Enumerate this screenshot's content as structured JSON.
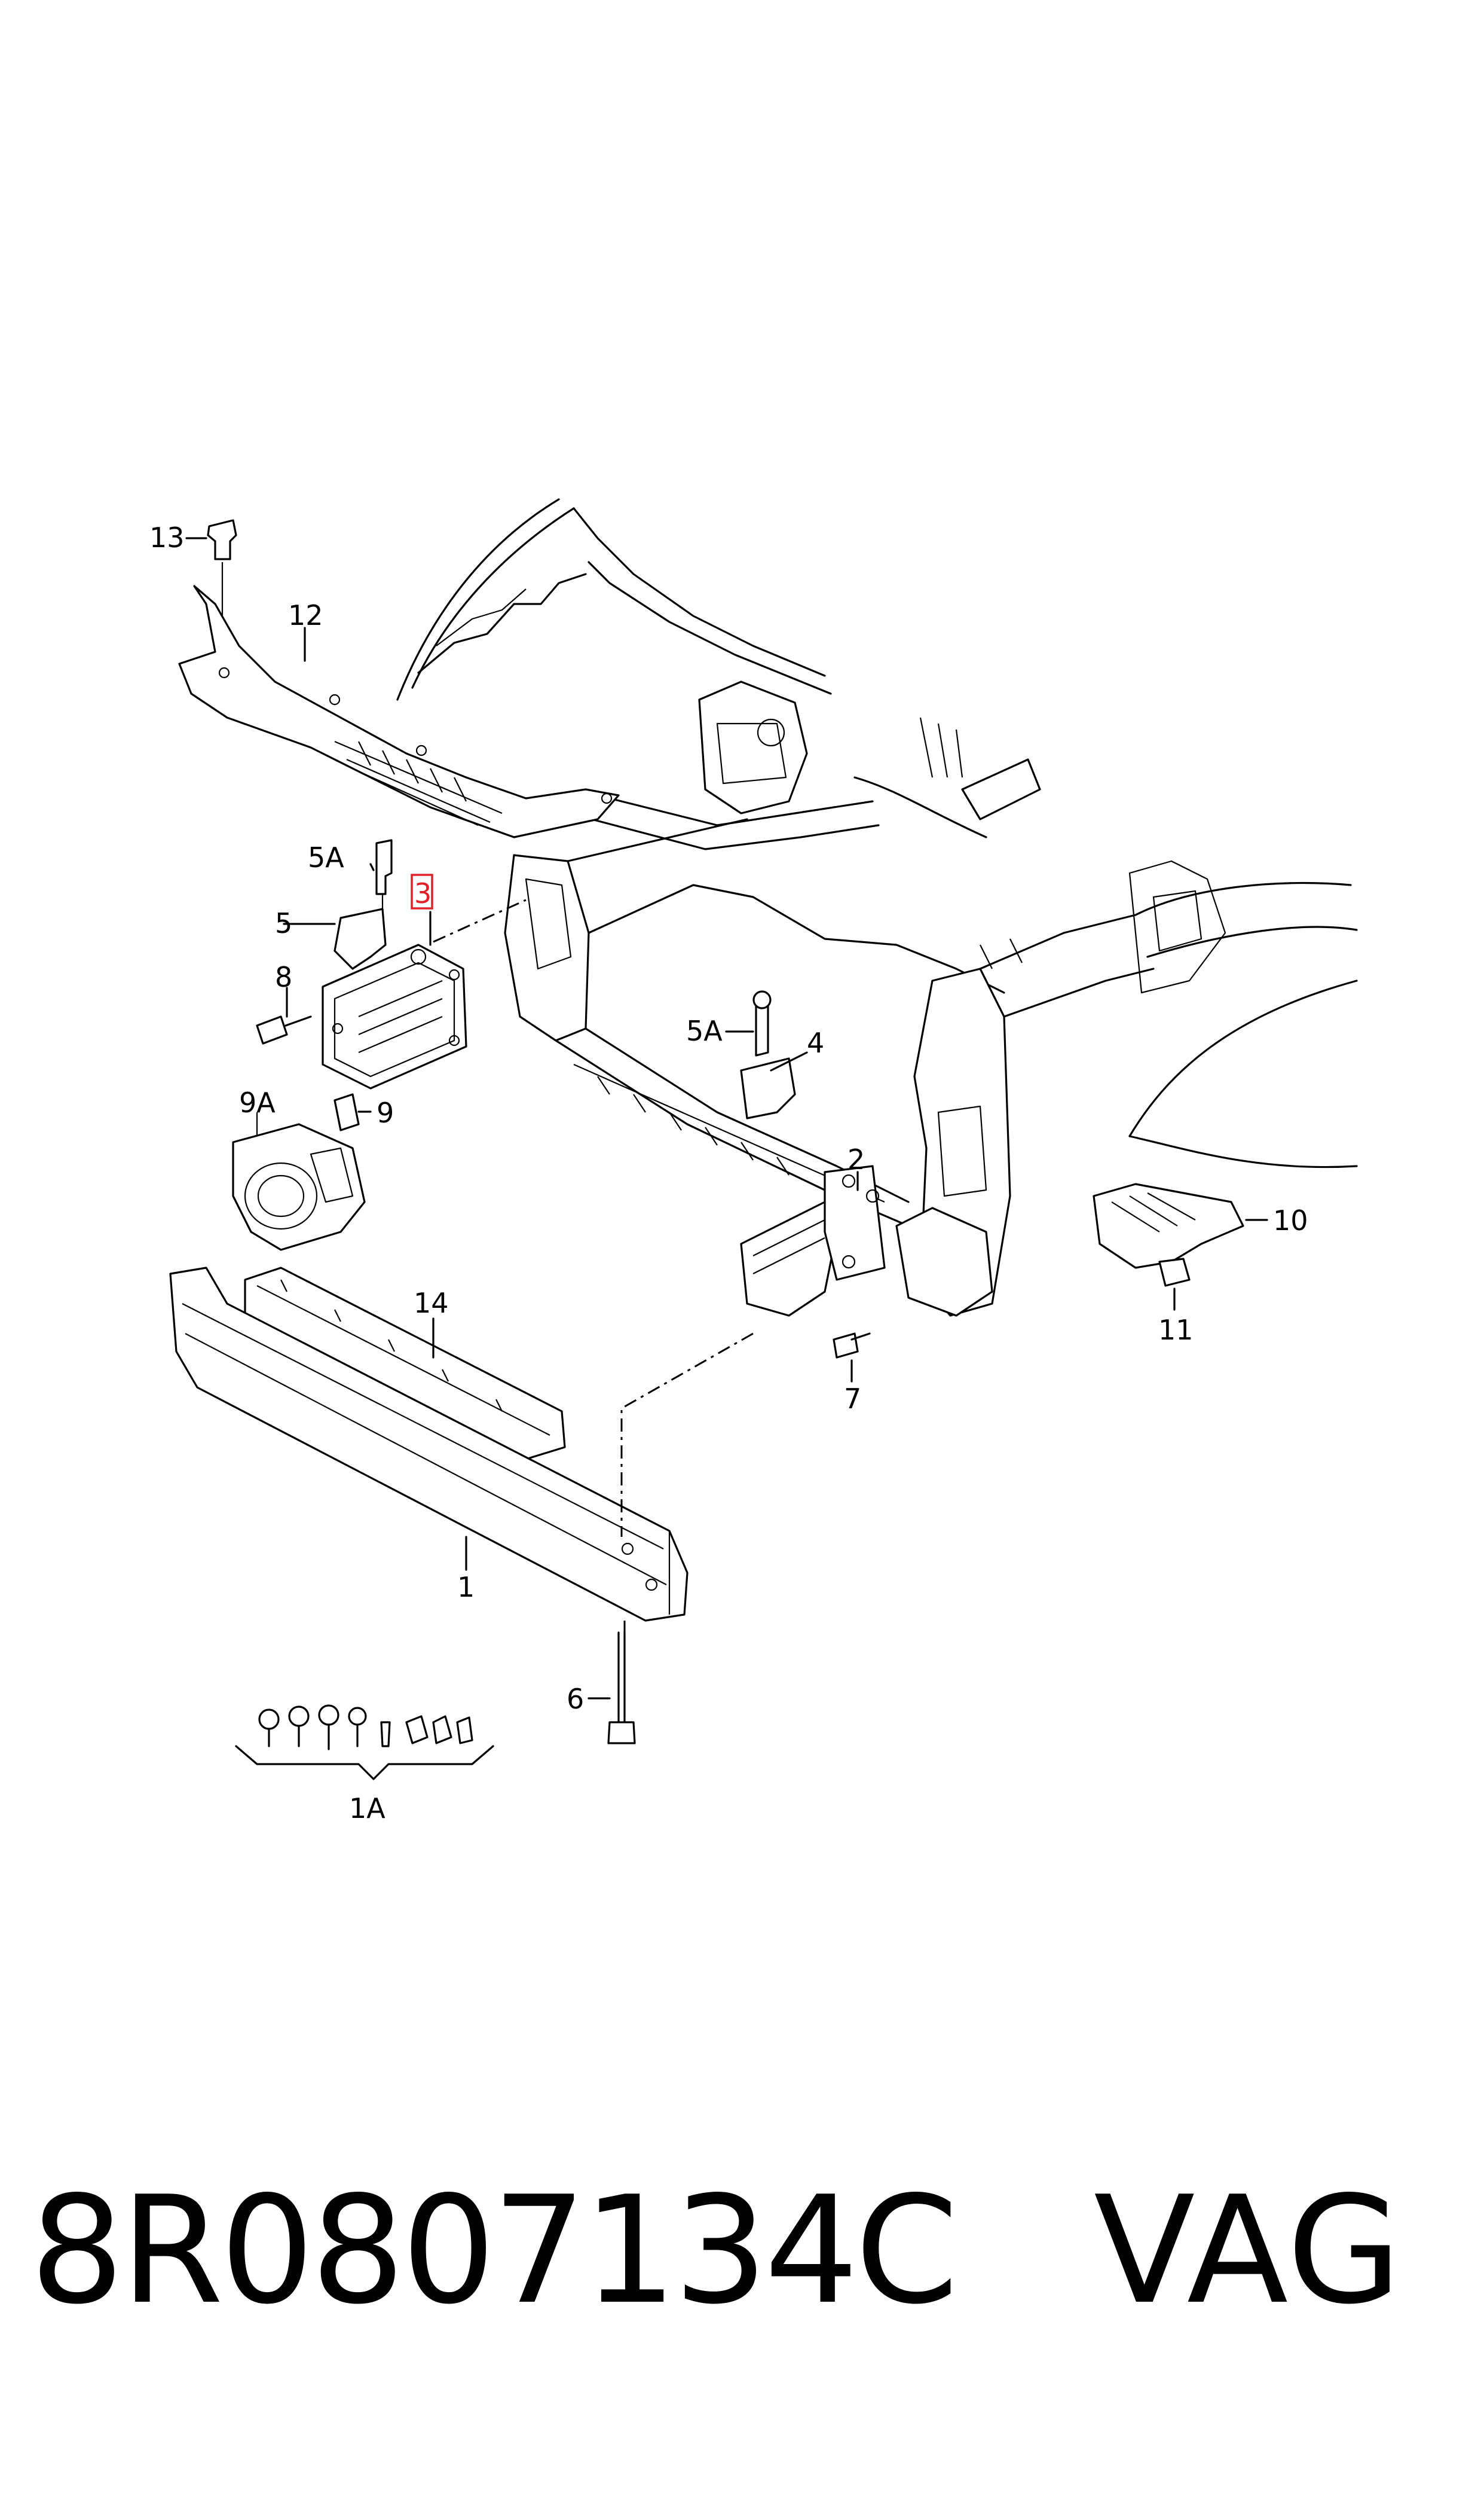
{
  "callouts": {
    "c13": "13",
    "c12": "12",
    "c5a_left": "5A",
    "c3": "3",
    "c5": "5",
    "c8": "8",
    "c9a": "9A",
    "c9": "9",
    "c5a_mid": "5A",
    "c4": "4",
    "c2": "2",
    "c14": "14",
    "c10": "10",
    "c11": "11",
    "c7": "7",
    "c1": "1",
    "c6": "6",
    "c1a": "1A"
  },
  "highlight_color": "#e0202a",
  "footer": {
    "part_number": "8R0807134C",
    "brand": "VAG"
  }
}
